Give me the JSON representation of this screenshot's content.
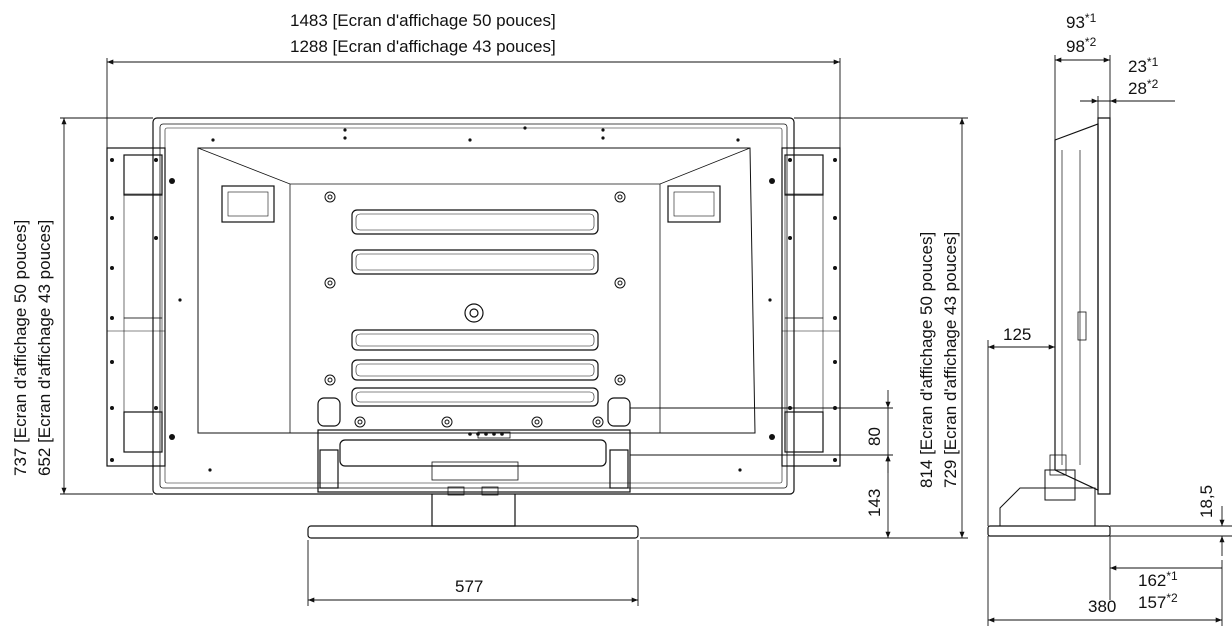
{
  "dimensions": {
    "width_50": "1483 [Ecran d'affichage 50 pouces]",
    "width_43": "1288 [Ecran d'affichage 43 pouces]",
    "height_50": "737 [Ecran d'affichage 50 pouces]",
    "height_43": "652 [Ecran d'affichage 43 pouces]",
    "total_height_50": "814 [Ecran d'affichage 50 pouces]",
    "total_height_43": "729 [Ecran d'affichage 43 pouces]",
    "depth_a1": "93",
    "depth_a1_sup": "*1",
    "depth_a2": "98",
    "depth_a2_sup": "*2",
    "depth_b1": "23",
    "depth_b1_sup": "*1",
    "depth_b2": "28",
    "depth_b2_sup": "*2",
    "side_offset": "125",
    "bracket_gap": "80",
    "base_height": "143",
    "stand_width": "577",
    "stand_thickness": "18,5",
    "stand_front_1": "162",
    "stand_front_1_sup": "*1",
    "stand_front_2": "157",
    "stand_front_2_sup": "*2",
    "stand_depth": "380"
  }
}
